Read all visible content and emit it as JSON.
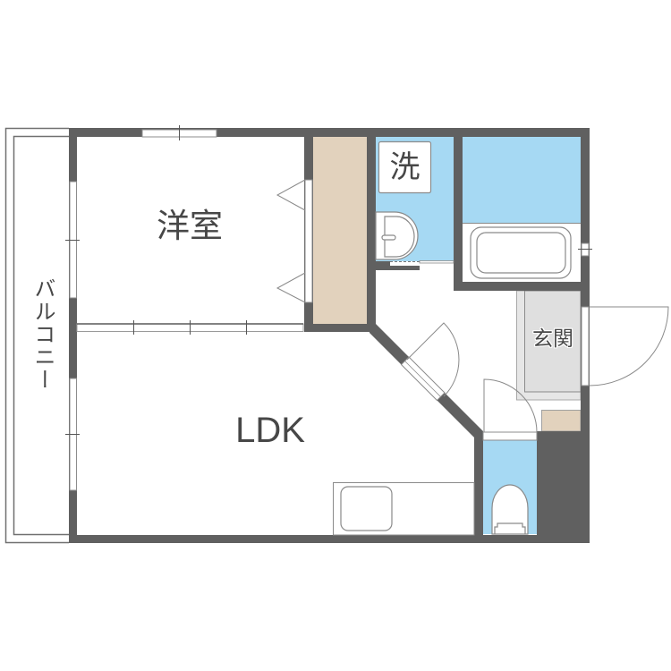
{
  "floorplan": {
    "rooms": {
      "western_room": {
        "label": "洋室"
      },
      "ldk": {
        "label": "LDK"
      },
      "balcony": {
        "label": "バルコニー"
      },
      "washroom": {
        "label": "洗"
      },
      "entrance": {
        "label": "玄関"
      }
    },
    "colors": {
      "wall": "#606060",
      "wet_area": "#a6d9f3",
      "storage": "#e2d2bd",
      "entrance_floor": "#e2e2e2",
      "fixture_line": "#888888",
      "text": "#474747"
    }
  }
}
